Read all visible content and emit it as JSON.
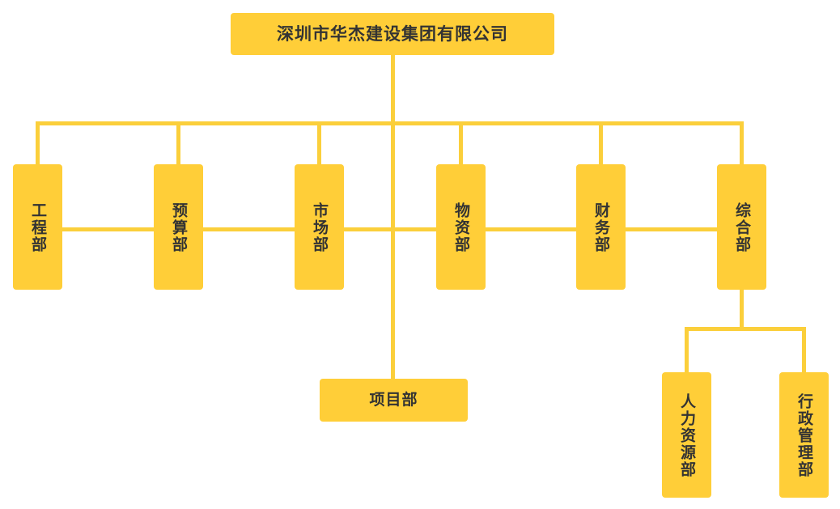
{
  "chart": {
    "type": "org-chart",
    "background_color": "#ffffff",
    "node_fill_color": "#ffce38",
    "connector_color": "#fbcf3b",
    "text_color": "#333333",
    "root": {
      "label": "深圳市华杰建设集团有限公司",
      "orientation": "horizontal"
    },
    "departments": [
      {
        "label": "工程部",
        "orientation": "vertical"
      },
      {
        "label": "预算部",
        "orientation": "vertical"
      },
      {
        "label": "市场部",
        "orientation": "vertical"
      },
      {
        "label": "物资部",
        "orientation": "vertical"
      },
      {
        "label": "财务部",
        "orientation": "vertical"
      },
      {
        "label": "综合部",
        "orientation": "vertical"
      }
    ],
    "project_unit": {
      "label": "项目部",
      "orientation": "horizontal"
    },
    "sub_departments": [
      {
        "label": "人力资源部",
        "orientation": "vertical",
        "parent": "综合部"
      },
      {
        "label": "行政管理部",
        "orientation": "vertical",
        "parent": "综合部"
      }
    ]
  }
}
